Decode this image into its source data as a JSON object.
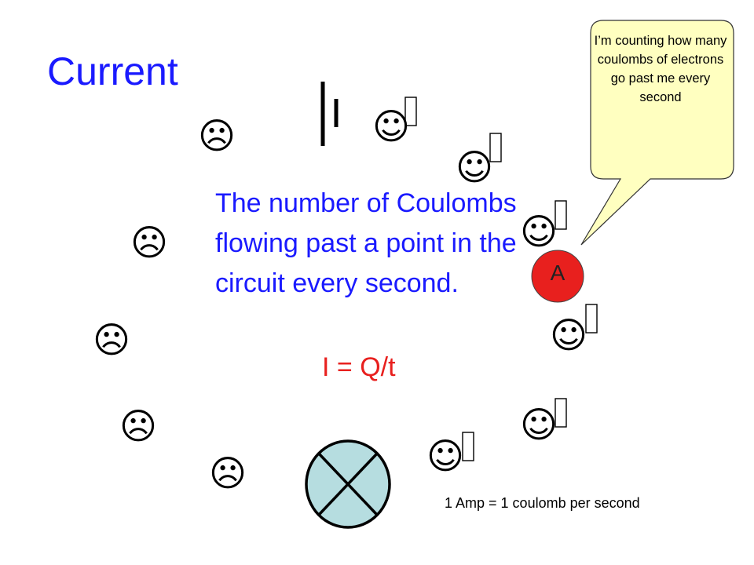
{
  "slide": {
    "title": "Current",
    "definition": "The number of Coulombs flowing past a point in the circuit every second.",
    "formula": "I = Q/t",
    "footnote": "1 Amp = 1 coulomb per second"
  },
  "ammeter": {
    "label": "A",
    "color": "#e8201e",
    "speech": "I’m counting how many coulombs of electrons go past me every second"
  },
  "colors": {
    "title_text": "#1a1aff",
    "formula_text": "#e8201e",
    "speech_bubble_fill": "#ffffc0",
    "lamp_fill": "#b6dde0"
  },
  "icons": {
    "happy_face": "☺",
    "sad_face": "☹",
    "battery": "cell-symbol",
    "lamp": "lamp-symbol"
  }
}
